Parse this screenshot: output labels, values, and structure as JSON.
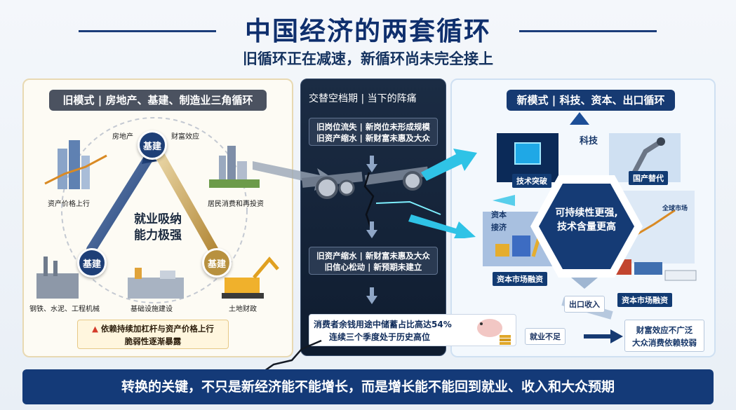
{
  "header": {
    "title": "中国经济的两套循环",
    "subtitle": "旧循环正在减速，新循环尚未完全接上"
  },
  "left_panel": {
    "heading": "旧模式 | 房地产、基建、制造业三角循环",
    "nodes": {
      "top": "基建",
      "left": "基建",
      "right": "基建"
    },
    "center_text": [
      "就业吸纳",
      "能力极强"
    ],
    "labels": {
      "real_estate": "房地产",
      "wealth_effect": "财富效应",
      "asset_price": "资产价格上行",
      "consumption": "居民消费和再投资",
      "steel": "钢铁、水泥、工程机械",
      "infrastructure": "基础设施建设",
      "land_finance": "土地财政"
    },
    "warning": [
      "依赖持续加杠杆与资产价格上行",
      "脆弱性逐渐暴露"
    ]
  },
  "mid_panel": {
    "heading": "交替空档期 | 当下的阵痛",
    "box1": [
      "旧岗位流失 | 新岗位未形成规模",
      "旧资产缩水 | 新财富未惠及大众"
    ],
    "box2": [
      "旧资产缩水 | 新财富未惠及大众",
      "旧信心松动 | 新预期未建立"
    ],
    "stat": [
      "消费者余钱用途中储蓄占比高达54%",
      "连续三个季度处于历史高位"
    ]
  },
  "right_panel": {
    "heading": "新模式 | 科技、资本、出口循环",
    "tech": "科技",
    "tech_breakthrough": "技术突破",
    "domestic_sub": "国产替代",
    "capital_support": [
      "资本",
      "接济"
    ],
    "capital_market_1": "资本市场融资",
    "global_market": "全球市场",
    "export_income": "出口收入",
    "capital_market_2": "资本市场融资",
    "hex_text": [
      "可持续性更强,",
      "技术含量更高"
    ],
    "insufficient_jobs": "就业不足",
    "end_box": [
      "财富效应不广泛",
      "大众消费依赖较弱"
    ]
  },
  "footer": {
    "text": "转换的关键，不只是新经济能不能增长，而是增长能不能回到就业、收入和大众预期"
  },
  "colors": {
    "navy": "#143a78",
    "gold": "#b8913f",
    "dark_panel": "#1b2c44",
    "cyan": "#2fc3e6",
    "warning_red": "#d43b2a"
  }
}
